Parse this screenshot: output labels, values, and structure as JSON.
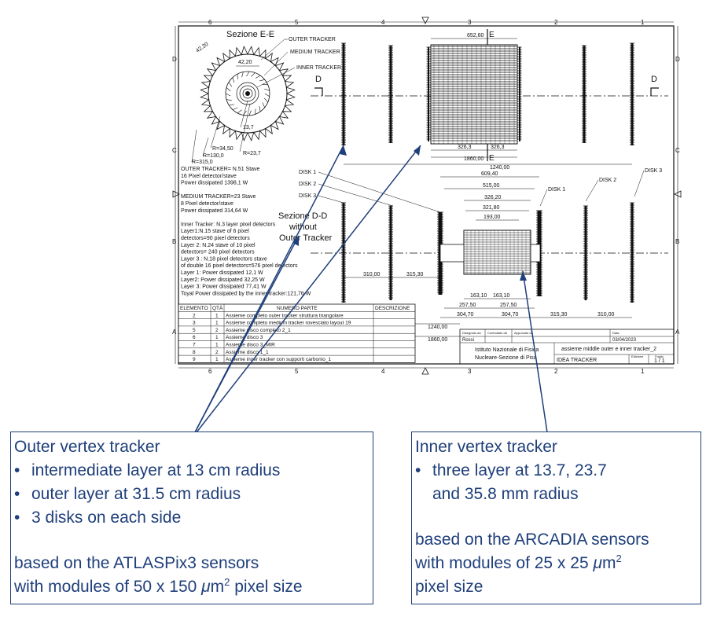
{
  "drawing": {
    "section_ee_label": "Sezione E-E",
    "section_dd_label": "Sezione D-D",
    "section_dd_sub1": "without",
    "section_dd_sub2": "Outer Tracker",
    "callouts": {
      "outer": "OUTER TRACKER",
      "medium": "MEDIUM TRACKER",
      "inner": "INNER TRACKER"
    },
    "dims_ee": {
      "d1": "42,20",
      "d2": "42,20",
      "d3": "13,7",
      "r1": "R=34,50",
      "r2": "R=130,0",
      "r3": "R=315,0",
      "r4": "R=23,7"
    },
    "section_letters": {
      "d": "D",
      "e": "E"
    },
    "top_dims": {
      "width": "652,60",
      "half_left": "326,3",
      "half_right": "326,3",
      "total": "1860,00"
    },
    "bottom_dims": {
      "d1240": "1240,00",
      "d609": "609,40",
      "d515": "515,00",
      "d326": "326,20",
      "d321": "321,80",
      "d193": "193,00",
      "d310a": "310,00",
      "d315a": "315,30",
      "d163a": "163,10",
      "d163b": "163,10",
      "d257a": "257,50",
      "d257b": "257,50",
      "d304a": "304,70",
      "d304b": "304,70",
      "d315b": "315,30",
      "d310b": "310,00",
      "d1240b": "1240,00",
      "d1860b": "1860,00"
    },
    "disk_labels": {
      "l1": "DISK 1",
      "l2": "DISK 2",
      "l3": "DISK 3",
      "r1": "DISK 1",
      "r2": "DISK 2",
      "r3": "DISK 3"
    },
    "notes": [
      "OUTER TRACKER= N.51 Stave",
      "16 Pixel detector/stave",
      "Power dissipated 1398,1 W",
      "",
      "MEDIUM TRACKER=23 Stave",
      "8 Pixel detector/stave",
      "Power dissipated 314,64 W",
      "",
      "Inner Tracker: N.3 layer pixel detectors",
      "Layer1:N.15 stave of 6 pixel",
      "detectors=90 pixel detectors",
      "Layer 2: N.24 stave of 10 pixel",
      "detectors= 240 pixel detectors",
      "Layer 3 : N.18 pixel detectors stave",
      "of double 16 pixel detectors=576 pixel detectors",
      "Layer 1: Power dissipated 12,1 W",
      "Layer2: Power dissipated 32,25 W",
      "Layer 3: Power dissipated 77,41 W",
      "Toyal Power dissipated by the inner tracker:121,76 W"
    ],
    "bom_headers": [
      "ELEMENTO",
      "QTÀ",
      "NUMERO PARTE",
      "DESCRIZIONE"
    ],
    "bom_rows": [
      [
        "2",
        "1",
        "Assieme completo outer tracker struttura triangolare"
      ],
      [
        "3",
        "1",
        "Assieme completo medium tracker rovesciato layout 19"
      ],
      [
        "5",
        "2",
        "Assieme disco completo 2_1"
      ],
      [
        "6",
        "1",
        "Assieme disco 3"
      ],
      [
        "7",
        "1",
        "Assieme disco 3_MIR"
      ],
      [
        "8",
        "2",
        "Assieme disco 1_1"
      ],
      [
        "9",
        "1",
        "Assieme inner tracker con supporti carbonio_1"
      ]
    ],
    "title_block": {
      "author_label": "Disegnato da",
      "author": "Rossi",
      "checked_label": "Controllato da",
      "approved_label": "Approvato da",
      "date_label": "Data",
      "date": "03/04/2023",
      "institute_l1": "Istituto Nazionale di Fisica",
      "institute_l2": "Nucleare-Sezione di Pisa",
      "desc": "assieme middle outer e inner tracker_2",
      "project": "IDEA TRACKER",
      "edition_label": "Edizione",
      "sheet_label": "Foglio",
      "sheet": "1 / 1"
    },
    "grid_cols": [
      "6",
      "5",
      "4",
      "3",
      "2",
      "1"
    ],
    "grid_rows": [
      "D",
      "C",
      "B",
      "A"
    ]
  },
  "outer_box": {
    "title": "Outer vertex tracker",
    "bullet": "•",
    "items": [
      "intermediate layer at 13 cm radius",
      "outer layer at 31.5 cm radius",
      "3 disks on each side"
    ],
    "based1": "based on the ATLASPix3 sensors",
    "based2_pre": "with modules of 50 x 150 ",
    "mu": "μ",
    "m": "m",
    "sq": "2",
    "based2_post": " pixel size"
  },
  "inner_box": {
    "title": "Inner vertex tracker",
    "bullet": "•",
    "item_l1": "three layer at 13.7, 23.7",
    "item_l2": "and 35.8 mm radius",
    "based1": "based on the ARCADIA sensors",
    "based2_pre": "with modules of 25 x 25 ",
    "mu": "μ",
    "m": "m",
    "sq": "2",
    "based3": "pixel size"
  },
  "colors": {
    "annotation_blue": "#1f3f7a",
    "drawing_black": "#111111"
  }
}
